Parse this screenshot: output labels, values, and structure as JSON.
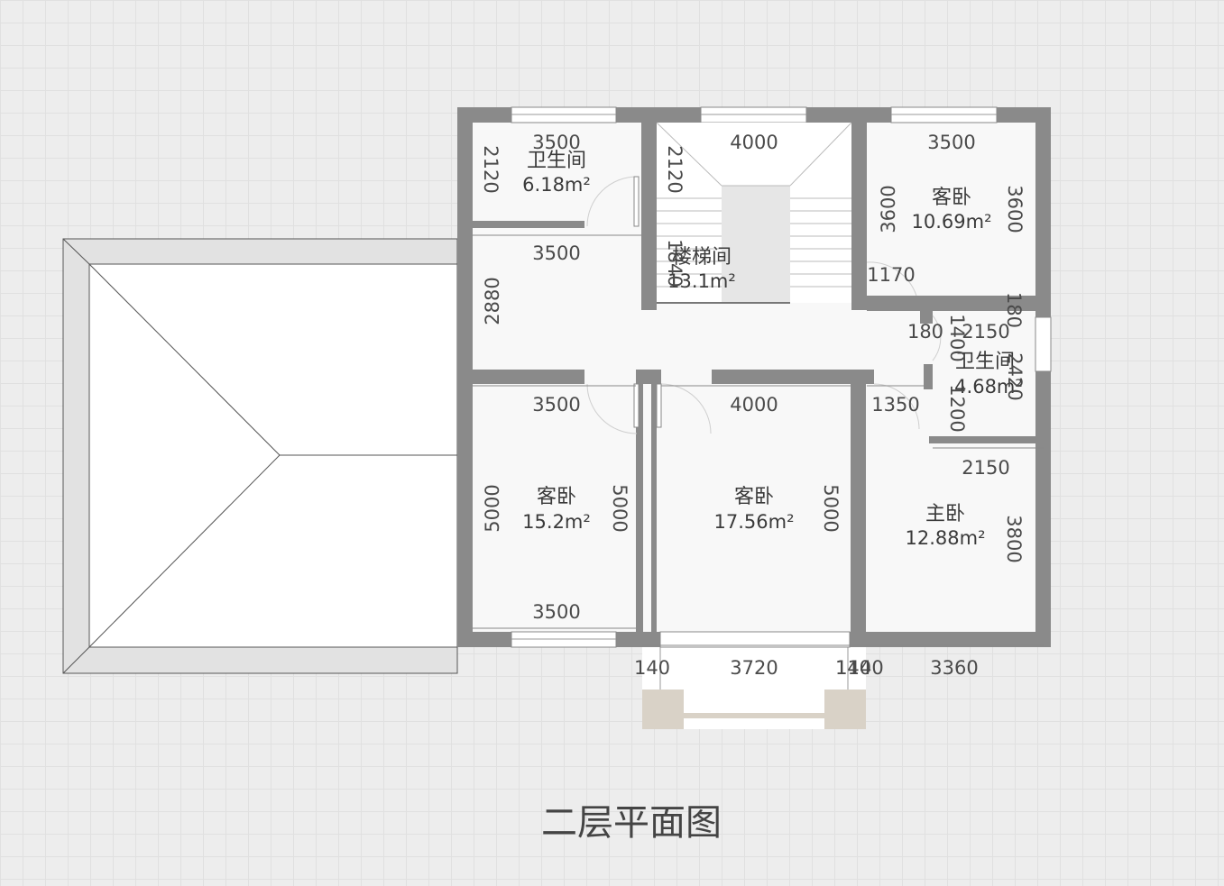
{
  "plan_title": "二层平面图",
  "rooms": [
    {
      "name": "卫生间",
      "area": "6.18m²"
    },
    {
      "name": "楼梯间",
      "area": "13.1m²"
    },
    {
      "name": "客卧",
      "area": "10.69m²"
    },
    {
      "name": "卫生间",
      "area": "4.68m²"
    },
    {
      "name": "客卧",
      "area": "15.2m²"
    },
    {
      "name": "客卧",
      "area": "17.56m²"
    },
    {
      "name": "主卧",
      "area": "12.88m²"
    }
  ],
  "dimensions": [
    "3500",
    "4000",
    "3500",
    "2120",
    "2120",
    "3600",
    "3600",
    "3500",
    "2880",
    "1840",
    "1170",
    "180",
    "180",
    "2150",
    "1400",
    "2420",
    "1200",
    "3500",
    "4000",
    "1350",
    "2150",
    "5000",
    "5000",
    "5000",
    "3800",
    "3500",
    "140",
    "3720",
    "140",
    "1140",
    "3360"
  ]
}
